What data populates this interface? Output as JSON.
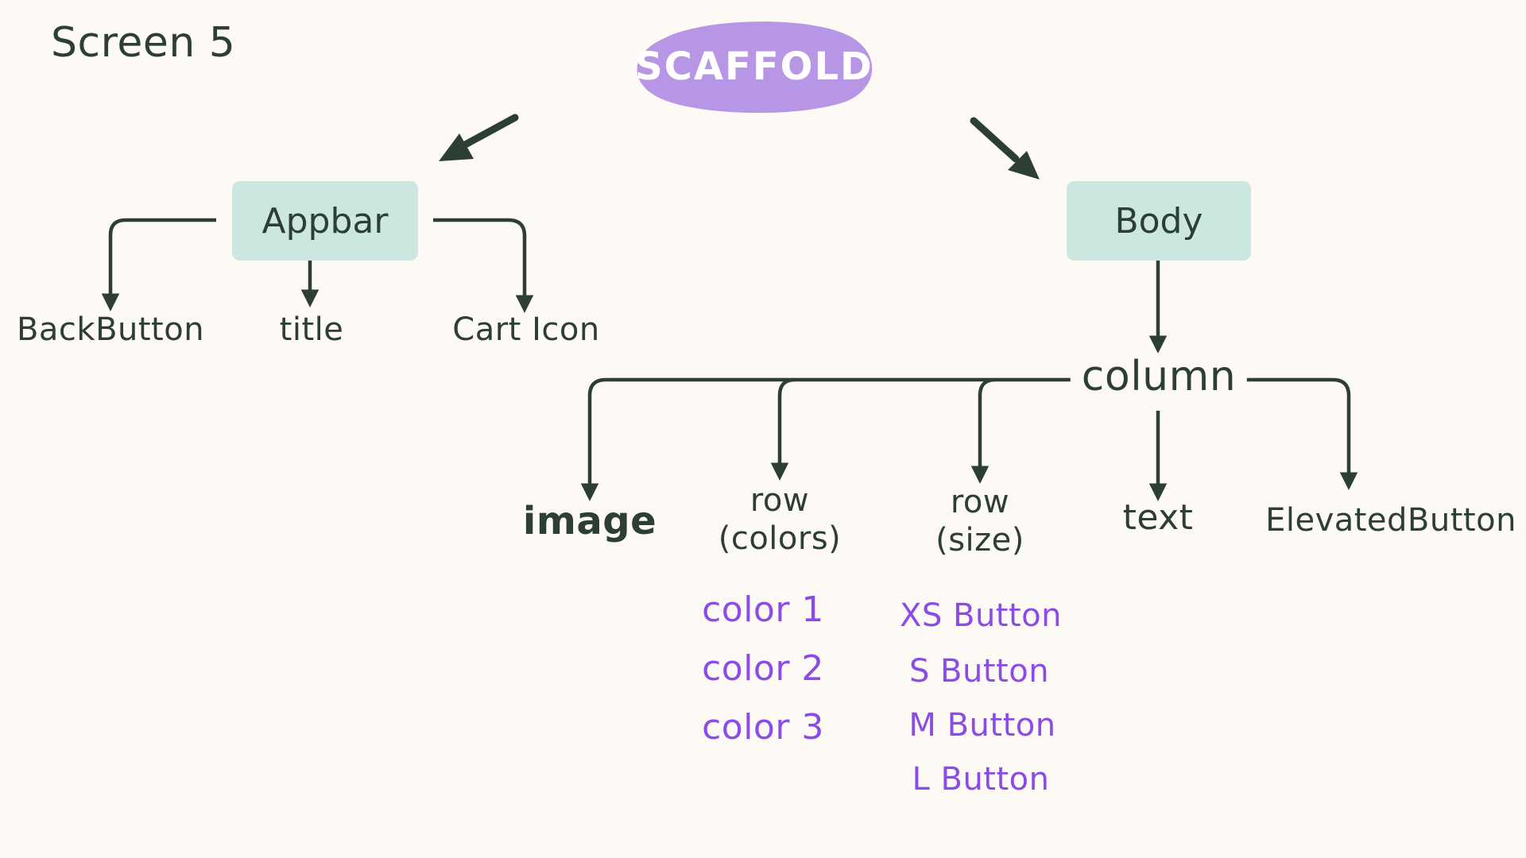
{
  "title": "Screen 5",
  "root": {
    "label": "SCAFFOLD"
  },
  "appbar": {
    "label": "Appbar",
    "children": [
      "BackButton",
      "title",
      "Cart Icon"
    ]
  },
  "body": {
    "label": "Body"
  },
  "column": {
    "label": "column",
    "children": {
      "image": "image",
      "row_colors": {
        "line1": "row",
        "line2": "(colors)",
        "items": [
          "color 1",
          "color 2",
          "color 3"
        ]
      },
      "row_size": {
        "line1": "row",
        "line2": "(size)",
        "items": [
          "XS Button",
          "S Button",
          "M Button",
          "L Button"
        ]
      },
      "text": "text",
      "elevated_button": "ElevatedButton"
    }
  },
  "colors": {
    "background": "#fdf9f5",
    "ink": "#2c3e35",
    "root_fill": "#b896e6",
    "box_fill": "#cce6e0",
    "purple_text": "#8a4be8"
  }
}
